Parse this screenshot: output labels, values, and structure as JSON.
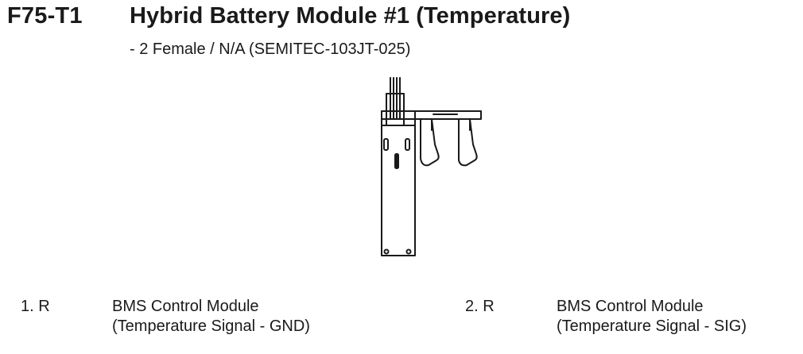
{
  "header": {
    "code": "F75-T1",
    "title": "Hybrid Battery Module #1 (Temperature)",
    "subtitle": "- 2 Female / N/A (SEMITEC-103JT-025)"
  },
  "connector_icon": "connector-side-view-icon",
  "pins": [
    {
      "number": "1. R",
      "desc_line1": "BMS Control Module",
      "desc_line2": "(Temperature Signal - GND)"
    },
    {
      "number": "2. R",
      "desc_line1": "BMS Control Module",
      "desc_line2": "(Temperature Signal - SIG)"
    }
  ]
}
